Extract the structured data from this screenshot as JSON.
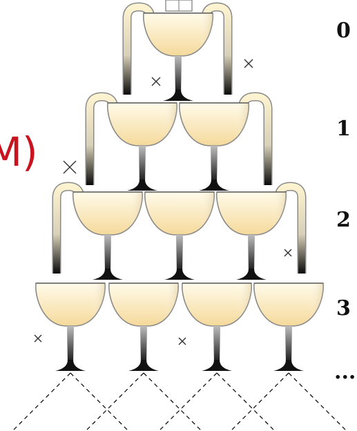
{
  "side_label": "M)",
  "row_labels": [
    "0",
    "1",
    "2",
    "3",
    "..."
  ],
  "colors": {
    "liquid_top": "#fffbea",
    "liquid_bottom": "#f6dca0",
    "glass_edge": "#8a8a8a",
    "stem_dark": "#111111",
    "stem_light": "#bdbdbd",
    "label_red": "#c8141e"
  }
}
